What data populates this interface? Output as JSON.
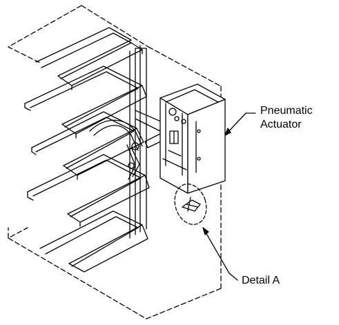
{
  "labels": {
    "actuator_line1": "Pneumatic",
    "actuator_line2": "Actuator",
    "detail": "Detail A"
  },
  "colors": {
    "ink": "#000000",
    "paper": "#ffffff"
  }
}
